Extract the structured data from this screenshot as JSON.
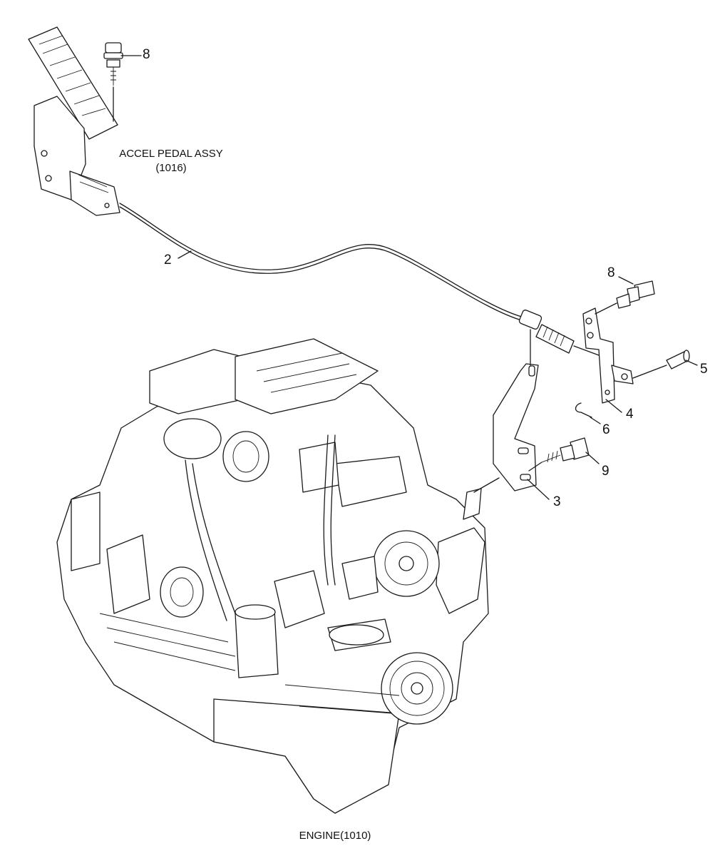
{
  "assemblies": {
    "pedal_title": "ACCEL PEDAL ASSY",
    "pedal_ref": "(1016)",
    "engine_label": "ENGINE(1010)"
  },
  "callouts": {
    "c8_top": "8",
    "c2": "2",
    "c8_bracket": "8",
    "c5": "5",
    "c4": "4",
    "c6": "6",
    "c9": "9",
    "c3": "3"
  }
}
